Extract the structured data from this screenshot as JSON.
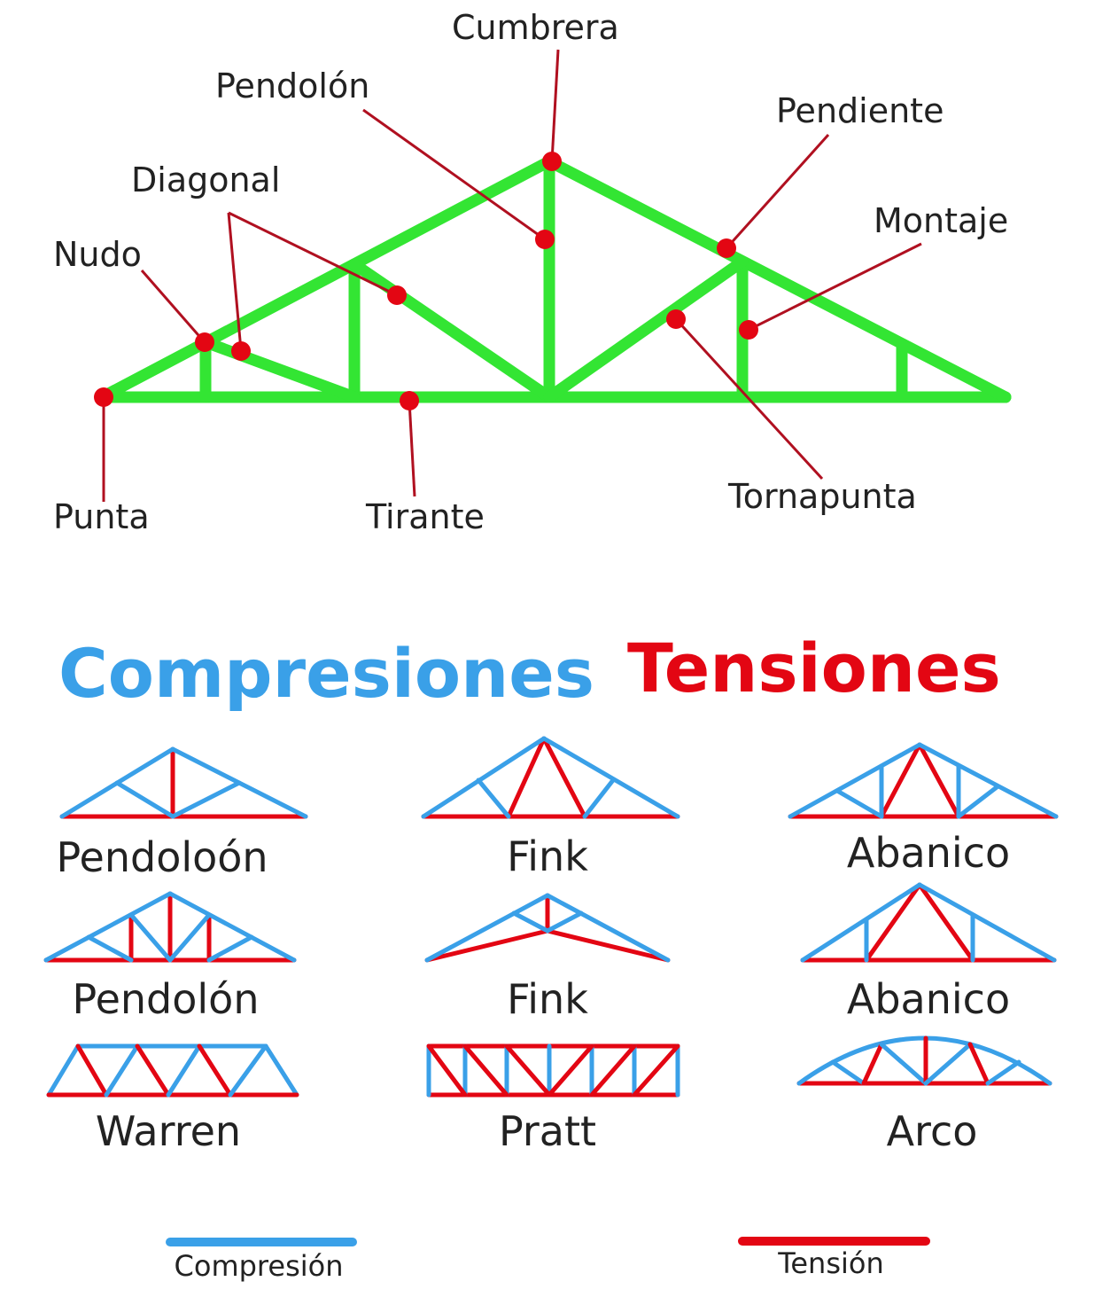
{
  "colors": {
    "truss_green": "#33e533",
    "compression_blue": "#3aa0e8",
    "tension_red": "#e30613",
    "leader": "#b01020",
    "text": "#222222"
  },
  "main_truss": {
    "labels": {
      "cumbrera": "Cumbrera",
      "pendolon": "Pendolón",
      "pendiente": "Pendiente",
      "diagonal": "Diagonal",
      "montaje": "Montaje",
      "nudo": "Nudo",
      "punta": "Punta",
      "tirante": "Tirante",
      "tornapunta": "Tornapunta"
    }
  },
  "titles": {
    "compresiones": "Compresiones",
    "tensiones": "Tensiones"
  },
  "truss_types": [
    {
      "name": "Pendoloón"
    },
    {
      "name": "Fink"
    },
    {
      "name": "Abanico"
    },
    {
      "name": "Pendolón"
    },
    {
      "name": "Fink"
    },
    {
      "name": "Abanico"
    },
    {
      "name": "Warren"
    },
    {
      "name": "Pratt"
    },
    {
      "name": "Arco"
    }
  ],
  "legend": {
    "compresion": "Compresión",
    "tension": "Tensión"
  }
}
